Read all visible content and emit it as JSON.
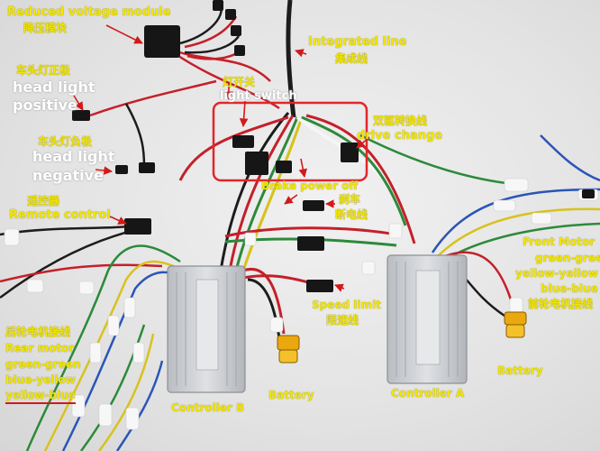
{
  "labels": {
    "reduced_voltage_en": "Reduced voltage module",
    "reduced_voltage_zh": "降压模块",
    "integrated_line_en": "Integrated line",
    "integrated_line_zh": "集成线",
    "light_switch_zh": "灯开关",
    "light_switch_en": "light switch",
    "head_pos_zh": "车头灯正极",
    "head_pos_en1": "head light",
    "head_pos_en2": "positive",
    "head_neg_zh": "车头灯负极",
    "head_neg_en1": "head  light",
    "head_neg_en2": "negative",
    "dual_drive_zh": "双驱转换线",
    "dual_drive_en": "drive change",
    "brake_en": "Brake power off",
    "brake_zh1": "刹车",
    "brake_zh2": "断电线",
    "remote_zh": "遥控器",
    "remote_en": "Remote control",
    "front_motor": [
      "Front Motor",
      "green-green",
      "yellow-yellow",
      "blue-blue",
      "前轮电机接线"
    ],
    "rear_motor": [
      "后轮电机接线",
      "Rear motor",
      "green-green",
      "blue-yellow",
      "yellow-blue"
    ],
    "speed_limit_en": "Speed limit",
    "speed_limit_zh": "限速线",
    "battery_b": "Battery",
    "battery_a": "Battery",
    "controller_b": "Controller B",
    "controller_a": "Controller A"
  },
  "colors": {
    "label_yellow": "#f2e600",
    "arrow_red": "#d11a1a",
    "controller_body": "#c9cbcf",
    "wire_red": "#c4202a",
    "wire_green": "#2c8a3a",
    "wire_yellow": "#d8c21c",
    "wire_blue": "#2a55b8",
    "wire_black": "#1c1c1c"
  }
}
